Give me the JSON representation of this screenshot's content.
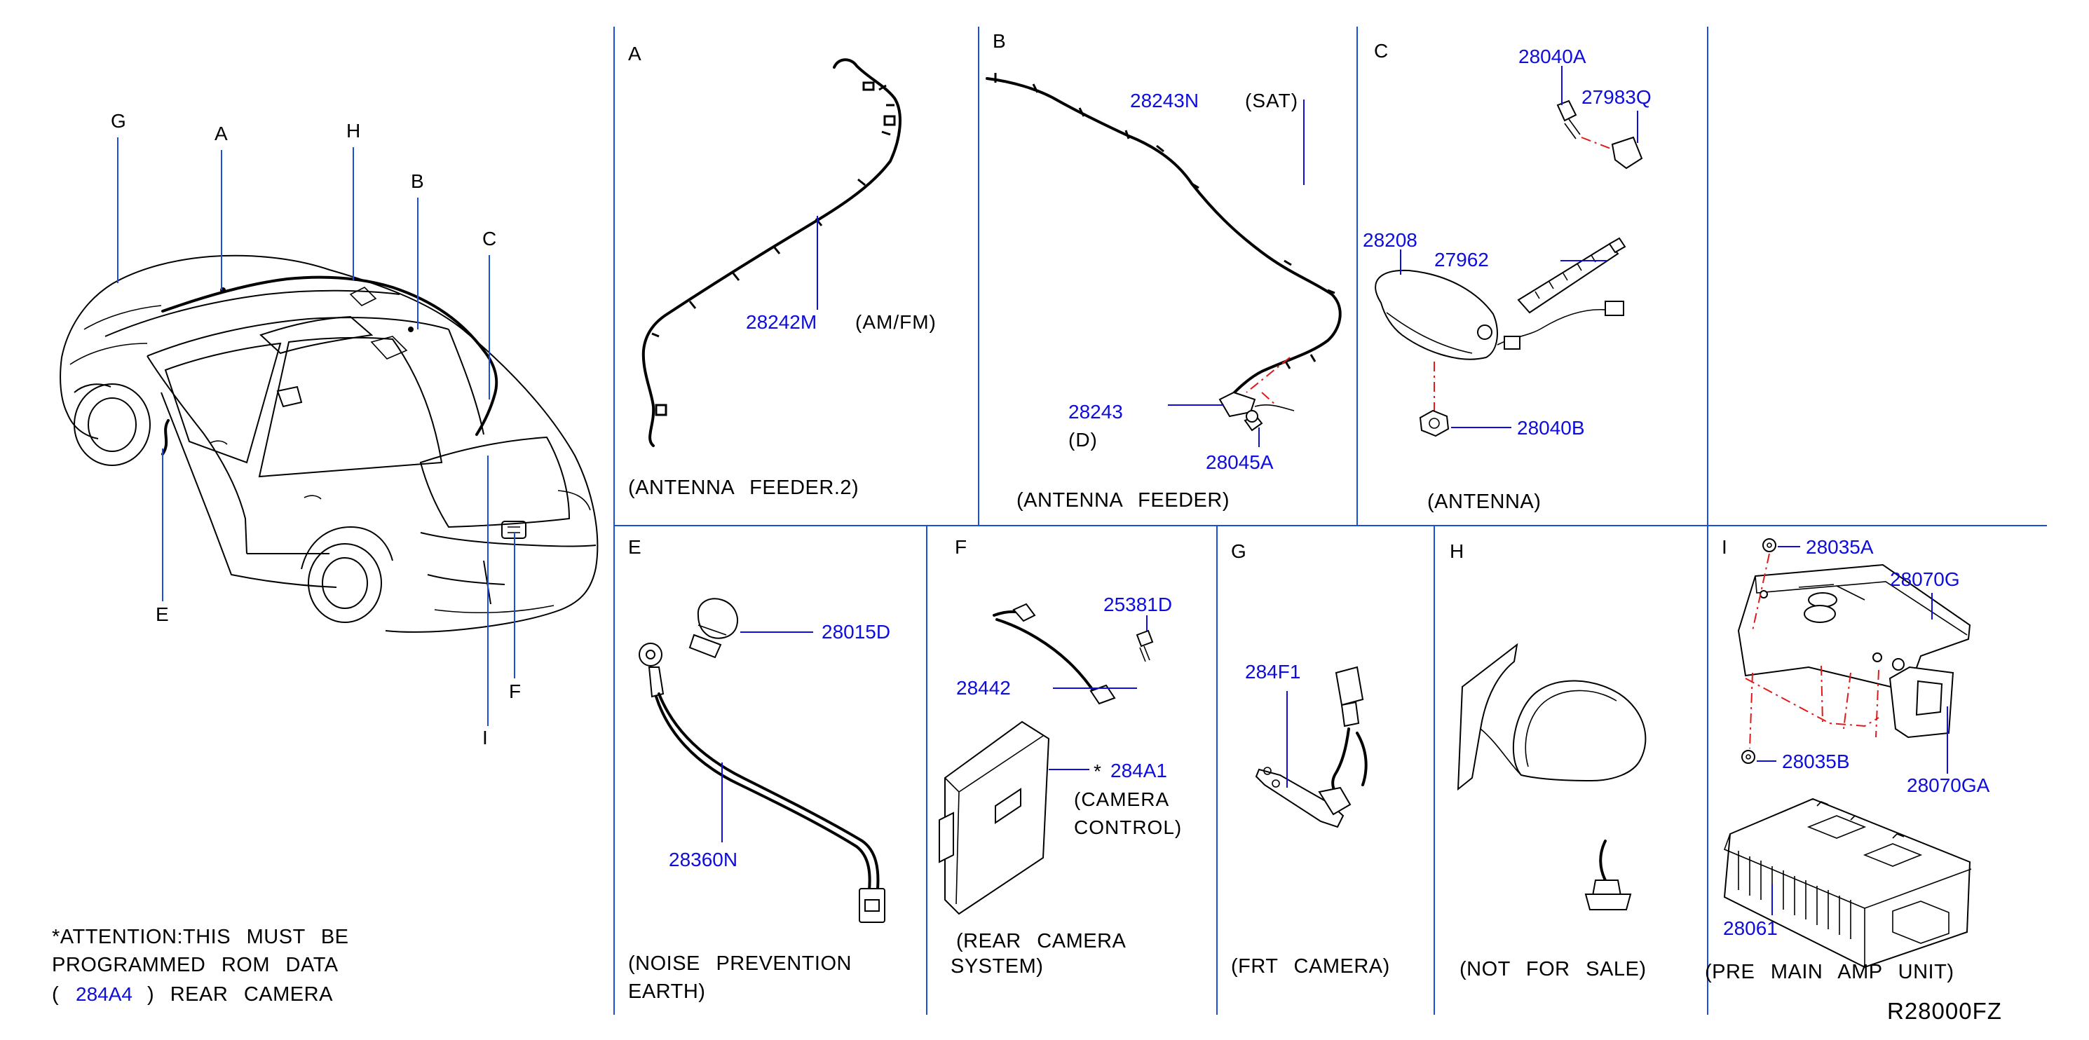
{
  "colors": {
    "part_number": "#0d0ddd",
    "text": "#000000",
    "panel_lines": "#1a4fd6",
    "dashed_leader": "#e01a1a"
  },
  "vehicle": {
    "callouts": [
      "G",
      "A",
      "H",
      "B",
      "C",
      "E",
      "F",
      "I"
    ]
  },
  "panels": {
    "A": {
      "letter": "A",
      "part": "28242M",
      "part_note": "(AM/FM)",
      "caption": "(ANTENNA FEEDER.2)"
    },
    "B": {
      "letter": "B",
      "part_sat": "28243N",
      "part_sat_note": "(SAT)",
      "part_d": "28243",
      "part_d_note": "(D)",
      "part_clip": "28045A",
      "caption": "(ANTENNA FEEDER)"
    },
    "C": {
      "letter": "C",
      "bolt": "28040A",
      "bracket": "27983Q",
      "antenna": "28208",
      "rod": "27962",
      "nut": "28040B",
      "caption": "(ANTENNA)"
    },
    "E": {
      "letter": "E",
      "bolt": "28015D",
      "cable": "28360N",
      "caption_line1": "(NOISE PREVENTION",
      "caption_line2": "EARTH)"
    },
    "F": {
      "letter": "F",
      "screw": "25381D",
      "harness": "28442",
      "star": "*",
      "control": "284A1",
      "control_note_line1": "(CAMERA",
      "control_note_line2": "CONTROL)",
      "caption_line1": "(REAR CAMERA",
      "caption_line2": "SYSTEM)"
    },
    "G": {
      "letter": "G",
      "camera": "284F1",
      "caption": "(FRT CAMERA)"
    },
    "H": {
      "letter": "H",
      "caption": "(NOT FOR SALE)"
    },
    "I": {
      "letter": "I",
      "clip_top": "28035A",
      "bracket": "28070G",
      "clip_bottom": "28035B",
      "bracket_side": "28070GA",
      "amp": "28061",
      "caption": "(PRE MAIN AMP UNIT)"
    }
  },
  "attention": {
    "line1": "*ATTENTION:THIS MUST BE",
    "line2": "PROGRAMMED ROM DATA",
    "line3_open": "(",
    "line3_part": "284A4",
    "line3_close": ") REAR CAMERA"
  },
  "drawing_code": "R28000FZ"
}
